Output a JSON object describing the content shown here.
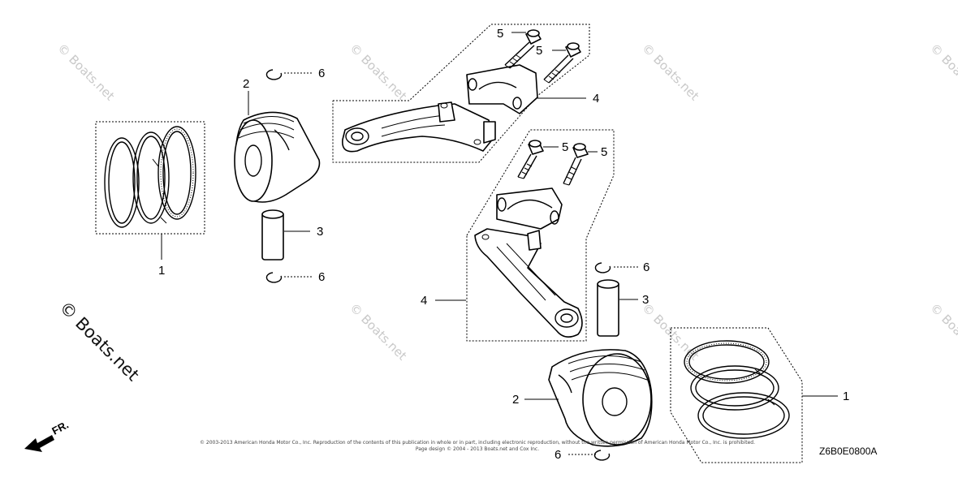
{
  "watermark": {
    "text": "© Boats.net"
  },
  "callouts": {
    "piston_rings_left": "1",
    "piston_left": "2",
    "pin_left": "3",
    "clip_left_top": "6",
    "clip_left_bottom": "6",
    "rod_top": "4",
    "bolt_top_a": "5",
    "bolt_top_b": "5",
    "bolt_mid_a": "5",
    "bolt_mid_b": "5",
    "rod_mid": "4",
    "clip_right_top": "6",
    "pin_right": "3",
    "piston_right": "2",
    "piston_rings_right": "1",
    "clip_right_bottom": "6"
  },
  "copyright": {
    "line1": "© 2003-2013 American Honda Motor Co., Inc. Reproduction of the contents of this publication in whole or in part, including electronic reproduction, without the written permission of American Honda Motor Co., Inc. is prohibited.",
    "line2": "Page design © 2004 - 2013 Boats.net and Cox Inc."
  },
  "diagram_code": "Z6B0E0800A",
  "front_indicator": "FR."
}
